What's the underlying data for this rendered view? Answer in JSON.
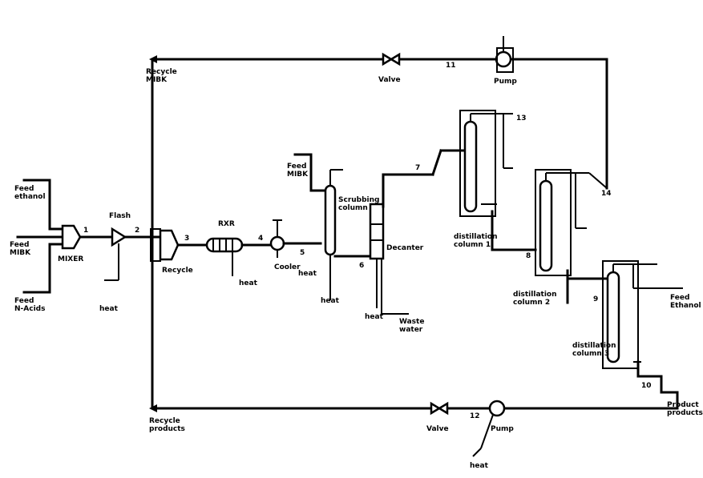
{
  "diagram": {
    "labels": {
      "feed1": [
        "Feed",
        "ethanol"
      ],
      "feed2": [
        "Feed",
        "MIBK"
      ],
      "feed3": [
        "Feed",
        "N-Acids"
      ],
      "mixer1": "MIXER",
      "flash1": "Flash",
      "heat_in": "heat",
      "mixer2": "Recycle",
      "reactor": "RXR",
      "heat_rx": "heat",
      "cooler1": "Cooler",
      "heat_c1": "heat",
      "feed4": [
        "Feed",
        "MIBK"
      ],
      "scrubber": [
        "Scrubbing",
        "column"
      ],
      "heat_s": "heat",
      "heat_s2": "heat",
      "decanter": "Decanter",
      "waste": [
        "Waste",
        "water"
      ],
      "dist1": [
        "distillation",
        "column 1"
      ],
      "dist2": [
        "distillation",
        "column 2"
      ],
      "dist3": [
        "distillation",
        "column 3"
      ],
      "prod_top": [
        "Feed",
        "Ethanol"
      ],
      "recycle_top": [
        "Recycle",
        "MIBK"
      ],
      "recycle_bot": [
        "Recycle",
        "products"
      ],
      "product": [
        "Product",
        "products"
      ],
      "valve_top": "Valve",
      "valve_bot": "Valve",
      "pump_top": "Pump",
      "pump_bot": "Pump",
      "heat_bot": "heat"
    },
    "streams": {
      "s1": "1",
      "s2": "2",
      "s3": "3",
      "s4": "4",
      "s5": "5",
      "s6": "6",
      "s7": "7",
      "s8": "8",
      "s9": "9",
      "s10": "10",
      "s11": "11",
      "s12": "12",
      "s13": "13",
      "s14": "14"
    }
  }
}
